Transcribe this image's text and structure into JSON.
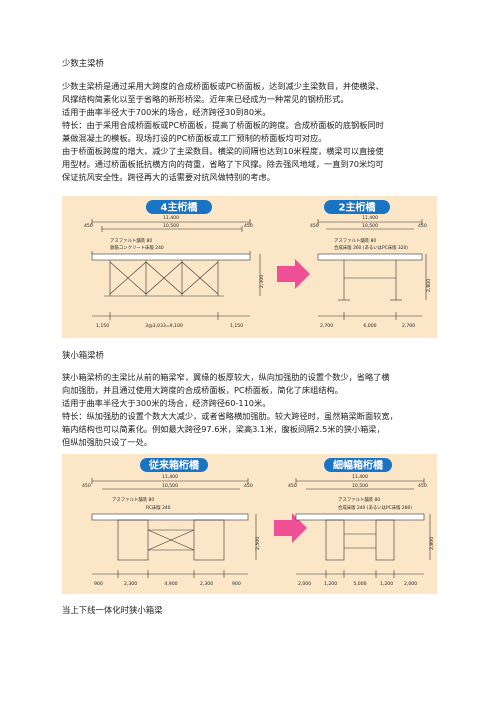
{
  "sections": [
    {
      "title": "少数主梁桥",
      "lines": [
        "少数主梁桥是通过采用大跨度的合成桥面板或PC桥面板，达到减少主梁数目，并使横梁、",
        "风撑结构简素化以至于省略的新形桥梁。近年来已经成为一种常见的钢桥形式。",
        "适用于曲率半径大于700米的场合，经济跨径30到80米。",
        "特长：由于采用合成桥面板或PC桥面板，提高了桥面板的跨度。合成桥面板的底钢板同时",
        "兼做混凝土的模板。现场打设的PC桥面板或工厂预制的桥面板均可对应。",
        "由于桥面板跨度的增大，减少了主梁数目。横梁的间隔也达到10米程度，横梁可以直接使",
        "用型材。通过桥面板抵抗横方向的荷重，省略了下风撑。除去强风地域，一直到70米均可",
        "保证抗风安全性。跨径再大的话需要对抗风做特别的考虑。"
      ]
    },
    {
      "title": "狭小箱梁桥",
      "lines": [
        "狭小箱梁桥的主梁比从前的箱梁窄，翼缘的板厚较大，纵向加强肋的设置个数少，省略了横",
        "向加强肋，并且通过使用大跨度的合成桥面板，PC桥面板，简化了床组结构。",
        "适用于曲率半径大于300米的场合，经济跨径60-110米。",
        "特长：纵加强肋的设置个数大大减少，或者省略横加强肋。较大跨径时，虽然箱梁断面较宽，",
        "箱内结构也可以简素化。例如最大跨径97.6米，梁高3.1米，腹板间隔2.5米的狭小箱梁，",
        "但纵加强肋只设了一处。"
      ]
    }
  ],
  "figure1": {
    "left_title": "4主桁橋",
    "right_title": "2主桁橋",
    "left": {
      "total_width": "11,400",
      "roadway": "10,500",
      "left_edge": "450",
      "right_edge": "450",
      "paving": "アスファルト舗装 80",
      "slab": "鉄筋コンクリート床版 240",
      "height": "2,300",
      "bottom_left": "1,150",
      "bottom_center": "3@3,033=9,100",
      "bottom_right": "1,150"
    },
    "right": {
      "total_width": "11,400",
      "roadway": "10,500",
      "left_edge": "450",
      "right_edge": "450",
      "paving": "アスファルト舗装 80",
      "slab": "合成床版 260 (あるいはPC床版 320)",
      "height": "2,800",
      "bottom_left": "2,700",
      "bottom_center": "6,000",
      "bottom_right": "2,700"
    }
  },
  "figure2": {
    "left_title": "従来箱桁橋",
    "right_title": "細幅箱桁橋",
    "left": {
      "total_width": "11,400",
      "roadway": "10,500",
      "left_edge": "450",
      "right_edge": "450",
      "paving": "アスファルト舗装 80",
      "slab": "RC床版 240",
      "height": "2,500",
      "bottom_1": "900",
      "bottom_2": "2,300",
      "bottom_3": "4,900",
      "bottom_4": "2,300",
      "bottom_5": "900"
    },
    "right": {
      "total_width": "11,400",
      "roadway": "10,500",
      "left_edge": "450",
      "right_edge": "450",
      "paving": "アスファルト舗装 80",
      "slab": "合成床版 240 (あるいはPC床版 280)",
      "height": "2,800",
      "bottom_1": "2,000",
      "bottom_2": "1,200",
      "bottom_3": "5,000",
      "bottom_4": "1,200",
      "bottom_5": "2,000"
    }
  },
  "footer_heading": "当上下线一体化时狭小箱梁",
  "colors": {
    "pill": "#1a74c4",
    "figure_bg": "#fbe7c7",
    "arrow": "#ee4f95"
  }
}
